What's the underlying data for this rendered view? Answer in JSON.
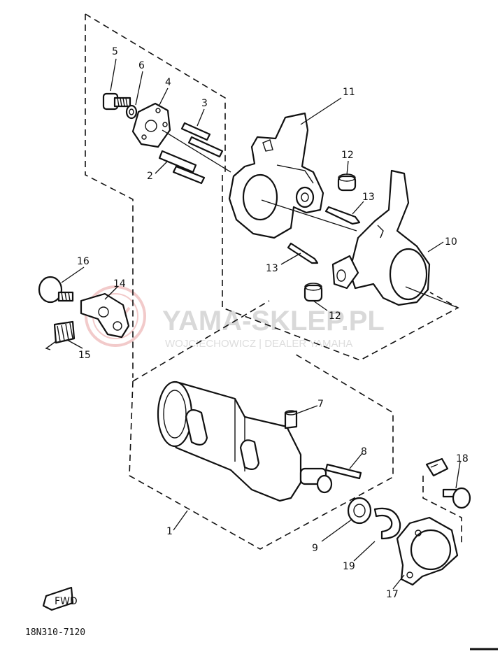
{
  "drawing_code": "18N310-7120",
  "watermark": {
    "title": "YAMA-SKLEP.PL",
    "subtitle": "WOJCIECHOWICZ | DEALER YAMAHA",
    "logo_color": "#e8a0a0"
  },
  "direction_label": "FWD",
  "callouts": {
    "c1": "1",
    "c2": "2",
    "c3": "3",
    "c4": "4",
    "c5": "5",
    "c6": "6",
    "c7": "7",
    "c8": "8",
    "c9": "9",
    "c10": "10",
    "c11": "11",
    "c12a": "12",
    "c12b": "12",
    "c13a": "13",
    "c13b": "13",
    "c14": "14",
    "c15": "15",
    "c16": "16",
    "c17": "17",
    "c18": "18",
    "c19": "19"
  }
}
